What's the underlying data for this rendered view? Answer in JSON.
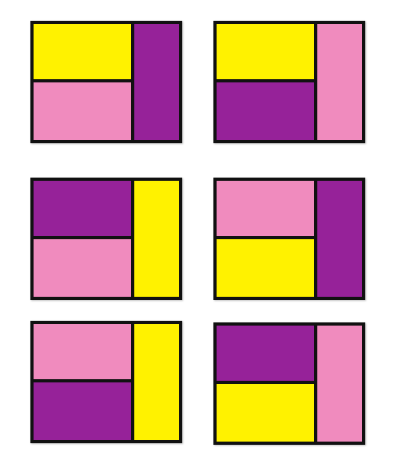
{
  "colors": {
    "yellow": "#FFF200",
    "pink": "#F08BBE",
    "purple": "#962299",
    "border": "#111111"
  },
  "tiles": [
    {
      "top_left": "yellow",
      "bottom_left": "pink",
      "right": "purple"
    },
    {
      "top_left": "yellow",
      "bottom_left": "purple",
      "right": "pink"
    },
    {
      "top_left": "purple",
      "bottom_left": "pink",
      "right": "yellow"
    },
    {
      "top_left": "pink",
      "bottom_left": "yellow",
      "right": "purple"
    },
    {
      "top_left": "pink",
      "bottom_left": "purple",
      "right": "yellow"
    },
    {
      "top_left": "purple",
      "bottom_left": "yellow",
      "right": "pink"
    }
  ]
}
